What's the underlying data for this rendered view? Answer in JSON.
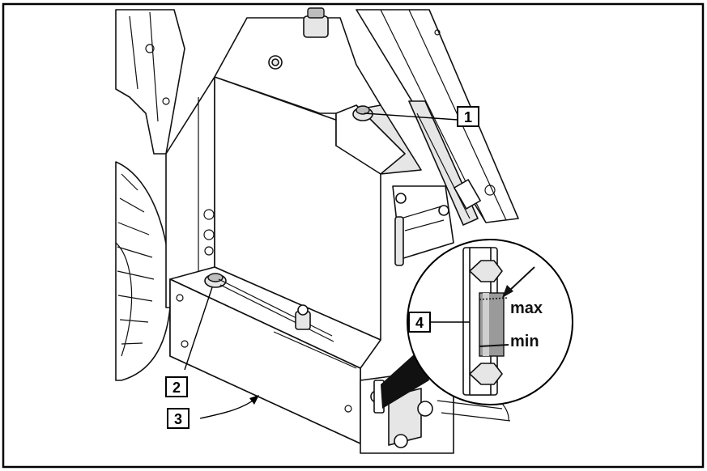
{
  "callouts": [
    {
      "id": "1",
      "label": "1"
    },
    {
      "id": "2",
      "label": "2"
    },
    {
      "id": "3",
      "label": "3"
    },
    {
      "id": "4",
      "label": "4"
    }
  ],
  "gauge": {
    "max_label": "max",
    "min_label": "min"
  },
  "colors": {
    "line": "#111111",
    "border": "#000000",
    "background": "#ffffff",
    "sight_glass": "#9a9a9a"
  }
}
